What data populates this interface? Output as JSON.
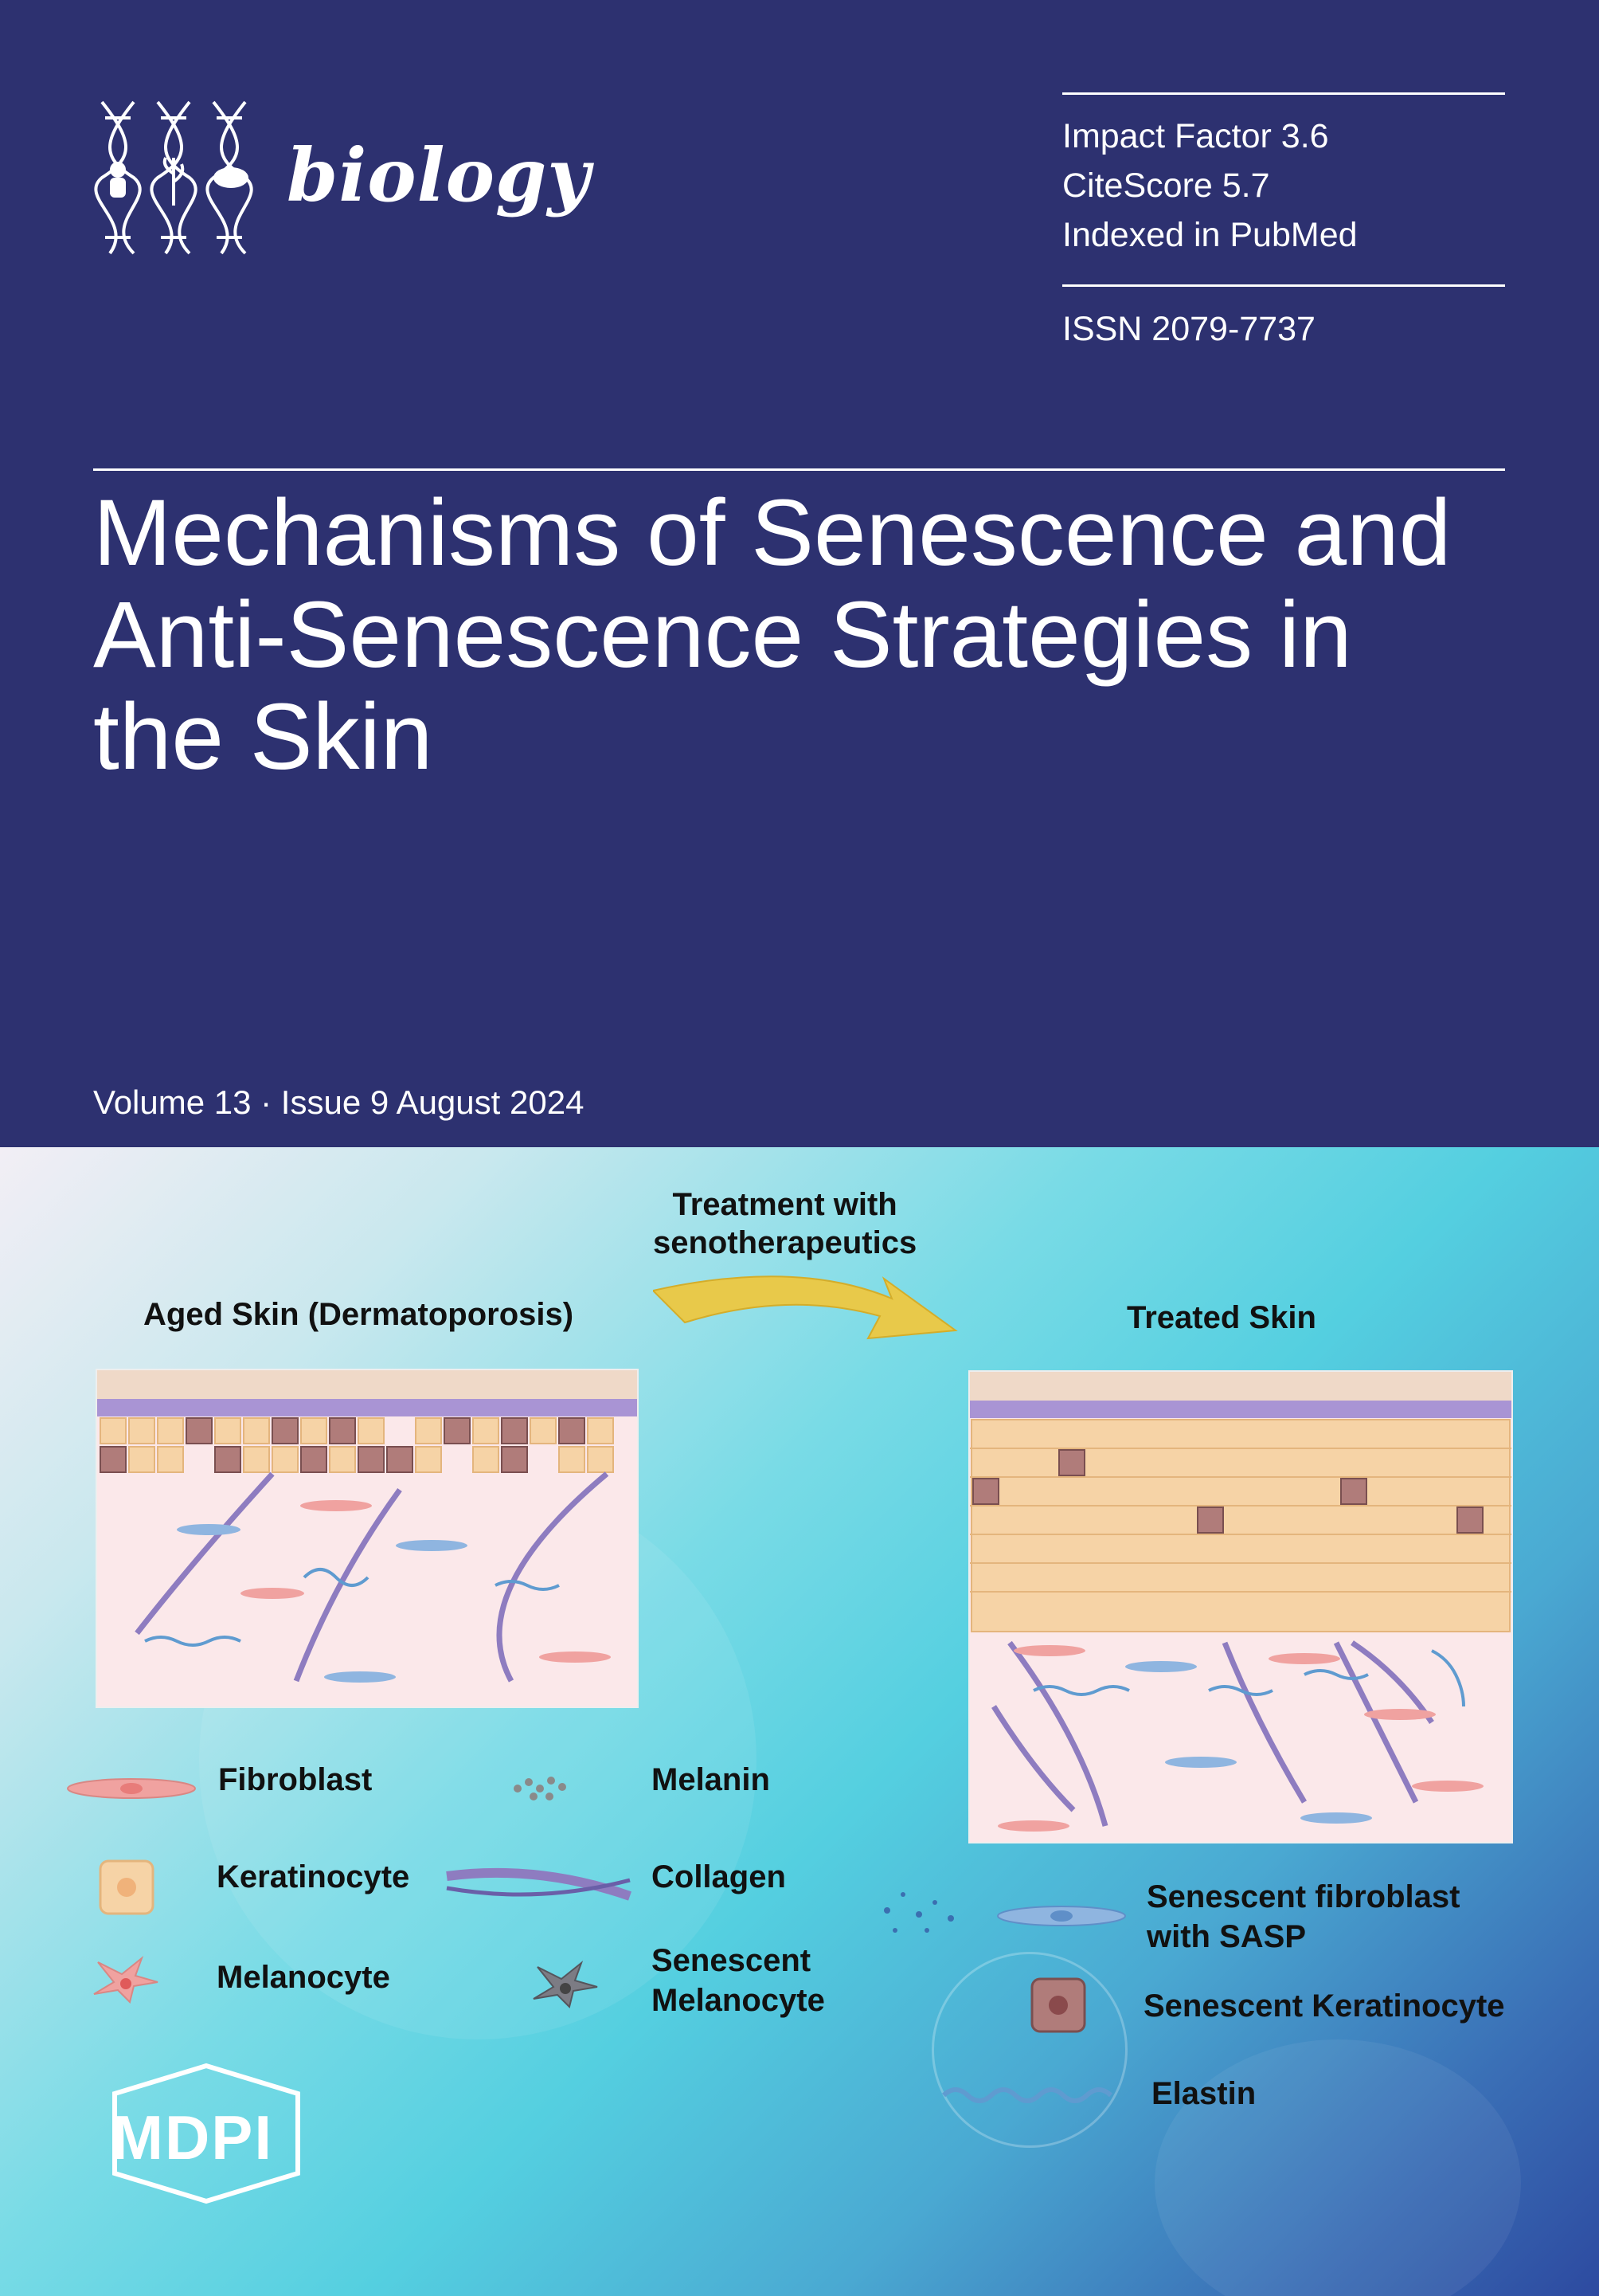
{
  "journal": {
    "name": "biology"
  },
  "metrics": {
    "impact_factor": "Impact Factor 3.6",
    "citescore": "CiteScore 5.7",
    "indexed": "Indexed in PubMed",
    "issn": "ISSN 2079-7737"
  },
  "article": {
    "title_line1": "Mechanisms of Senescence and",
    "title_line2": "Anti-Senescence Strategies in",
    "title_line3": "the Skin"
  },
  "issue": {
    "text": "Volume 13 · Issue 9 August 2024"
  },
  "figure": {
    "treatment_line1": "Treatment with",
    "treatment_line2": "senotherapeutics",
    "aged_skin": "Aged Skin (Dermatoporosis)",
    "treated_skin": "Treated Skin",
    "legend": {
      "fibroblast": "Fibroblast",
      "keratinocyte": "Keratinocyte",
      "melanocyte": "Melanocyte",
      "melanin": "Melanin",
      "collagen": "Collagen",
      "senescent_melanocyte_1": "Senescent",
      "senescent_melanocyte_2": "Melanocyte",
      "senescent_fibroblast_1": "Senescent fibroblast",
      "senescent_fibroblast_2": "with SASP",
      "senescent_keratinocyte": "Senescent Keratinocyte",
      "elastin": "Elastin"
    }
  },
  "publisher": {
    "name": "MDPI"
  },
  "colors": {
    "header_bg": "#2d3170",
    "skin_bg": "#fbe8ea",
    "keratinocyte": "#f6d3a6",
    "senescent": "#b07c7a",
    "collagen": "#8e7cc0",
    "elastin": "#5f9bd0"
  }
}
